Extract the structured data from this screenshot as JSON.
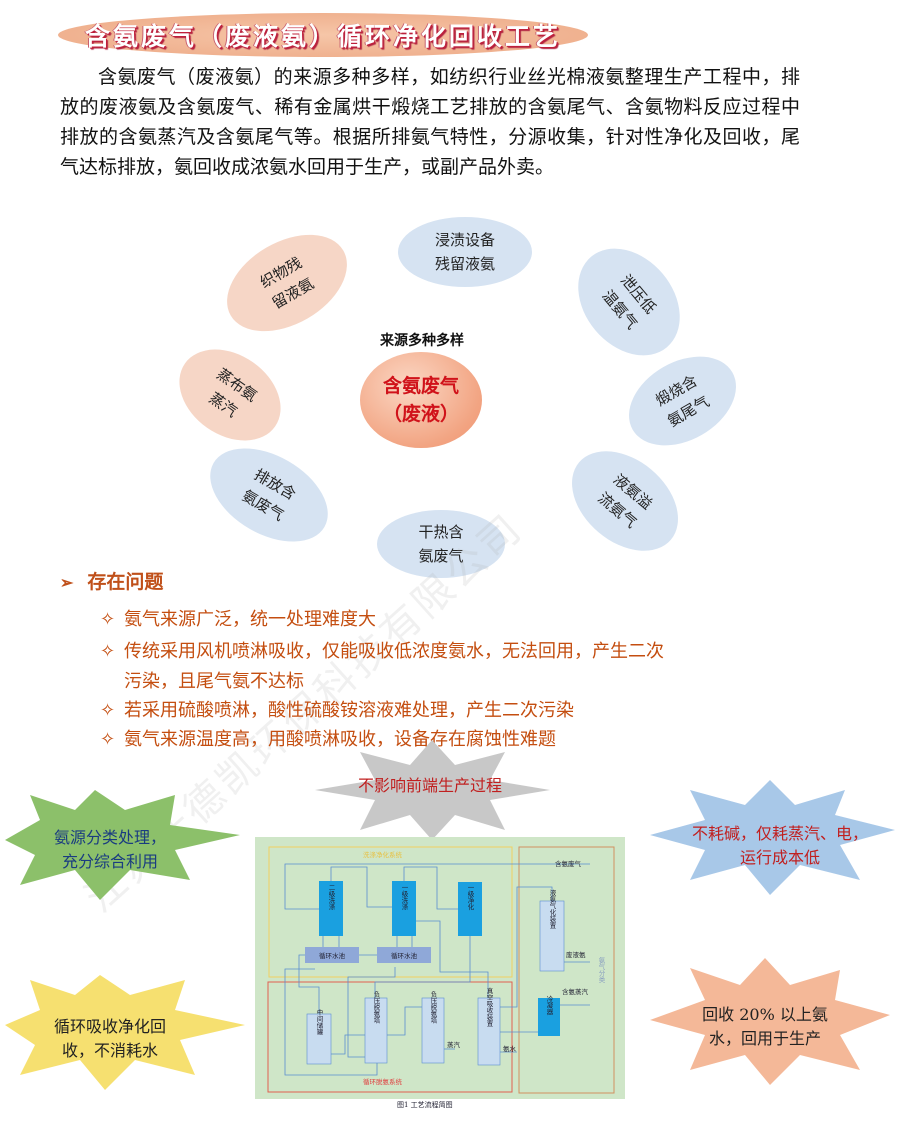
{
  "title": "含氨废气（废液氨）循环净化回收工艺",
  "intro": "含氨废气（废液氨）的来源多种多样，如纺织行业丝光棉液氨整理生产工程中，排放的废液氨及含氨废气、稀有金属烘干煅烧工艺排放的含氨尾气、含氨物料反应过程中排放的含氨蒸汽及含氨尾气等。根据所排氨气特性，分源收集，针对性净化及回收，尾气达标排放，氨回收成浓氨水回用于生产，或副产品外卖。",
  "sources": {
    "label": "来源多种多样",
    "center": [
      "含氨废气",
      "（废液）"
    ],
    "items": [
      "浸渍设备残留液氨",
      "泄压低温氨气",
      "煅烧含氨尾气",
      "液氨溢流氨气",
      "干热含氨废气",
      "排放含氨废气",
      "蒸布氨蒸汽",
      "织物残留液氨"
    ]
  },
  "problems": {
    "heading": "存在问题",
    "items": [
      "氨气来源广泛，统一处理难度大",
      "传统采用风机喷淋吸收，仅能吸收低浓度氨水，无法回用，产生二次",
      "污染，且尾气氨不达标",
      "若采用硫酸喷淋，酸性硫酸铵溶液难处理，产生二次污染",
      "氨气来源温度高，用酸喷淋吸收，设备存在腐蚀性难题"
    ]
  },
  "benefits": {
    "top": "不影响前端生产过程",
    "left_top": [
      "氨源分类处理，",
      "充分综合利用"
    ],
    "right_top": [
      "不耗碱，仅耗蒸汽、电，",
      "运行成本低"
    ],
    "left_bottom": [
      "循环吸收净化回",
      "收，不消耗水"
    ],
    "right_bottom": [
      "回收 20% 以上氨",
      "水，回用于生产"
    ]
  },
  "flow": {
    "wash_system": "洗涤净化系统",
    "deammonia_system": "循环脱氨系统",
    "units": [
      "二级洗涤",
      "一级洗涤",
      "一级净化",
      "循环水池",
      "循环水池",
      "液氨气化装置",
      "冷凝器",
      "中间储罐",
      "负压脱氨塔",
      "负压脱氨塔",
      "真空吸收装置"
    ],
    "labels": {
      "gas_in": "含氨废气",
      "liquid_in": "废液氨",
      "classify": "氨气分类",
      "steam_in": "含氨蒸汽",
      "steam": "蒸汽",
      "ammonia_water": "氨水"
    },
    "caption": "图1  工艺流程简图"
  },
  "watermark": "江苏沃德凯环保科技有限公司",
  "colors": {
    "problem_text": "#c44e10",
    "center_text": "#d0121a",
    "blue_ellipse": "#d6e3f2",
    "peach_ellipse": "#f6d6c6"
  }
}
